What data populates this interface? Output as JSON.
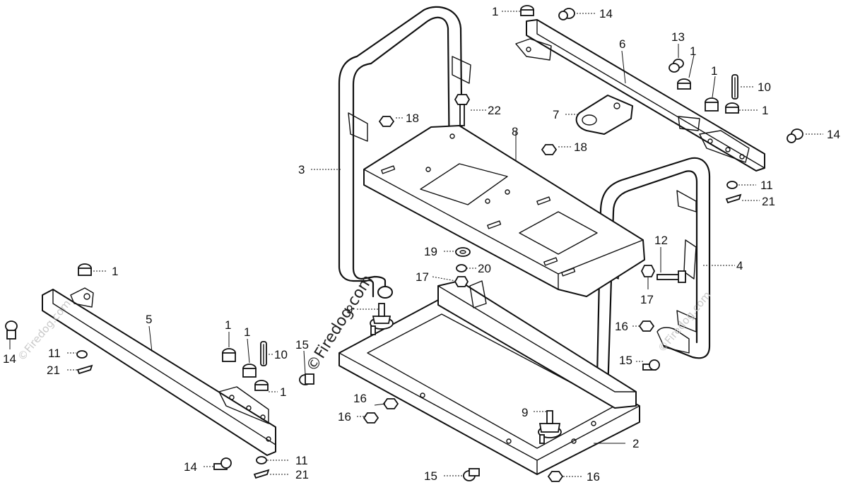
{
  "watermark": {
    "main": "©Firedog.com",
    "faint": "©Firedog.com"
  },
  "callouts": {
    "c1": "1",
    "c2": "2",
    "c3": "3",
    "c4": "4",
    "c5": "5",
    "c6": "6",
    "c7": "7",
    "c8": "8",
    "c9": "9",
    "c10": "10",
    "c11": "11",
    "c12": "12",
    "c13": "13",
    "c14": "14",
    "c15": "15",
    "c16": "16",
    "c17": "17",
    "c18": "18",
    "c19": "19",
    "c20": "20",
    "c21": "21",
    "c22": "22"
  }
}
